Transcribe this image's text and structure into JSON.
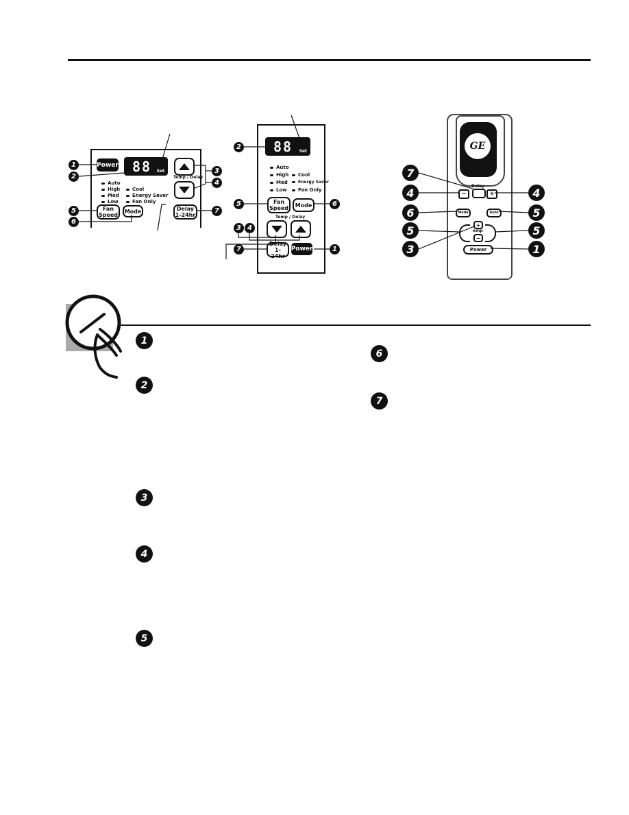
{
  "left_panel": {
    "power": "Power",
    "display_digits": "88",
    "display_set": "Set",
    "indicators_left": [
      "Auto",
      "High",
      "Med",
      "Low"
    ],
    "indicators_right": [
      "Cool",
      "Energy Saver",
      "Fan Only"
    ],
    "temp_delay": "Temp / Delay",
    "fan_speed": "Fan\nSpeed",
    "mode": "Mode",
    "delay": "Delay\n1-24hr"
  },
  "center_panel": {
    "display_digits": "88",
    "display_set": "Set",
    "indicators_left": [
      "Auto",
      "High",
      "Med",
      "Low"
    ],
    "indicators_right": [
      "Cool",
      "Energy Saver",
      "Fan Only"
    ],
    "fan_speed": "Fan\nSpeed",
    "mode": "Mode",
    "temp_delay": "Temp / Delay",
    "delay": "Delay\n1-24hr",
    "power": "Power"
  },
  "remote": {
    "logo": "GE",
    "delay": "Delay",
    "minus": "−",
    "plus": "+",
    "mode": "Mode",
    "auto": "Auto",
    "temp": "emp",
    "power": "Power"
  },
  "callouts": {
    "n1": "1",
    "n2": "2",
    "n3": "3",
    "n4": "4",
    "n5": "5",
    "n6": "6",
    "n7": "7"
  },
  "section_numbers": [
    "1",
    "2",
    "3",
    "4",
    "5",
    "6",
    "7"
  ],
  "colors": {
    "ink": "#111111",
    "gray_box": "#a9a9a9"
  }
}
